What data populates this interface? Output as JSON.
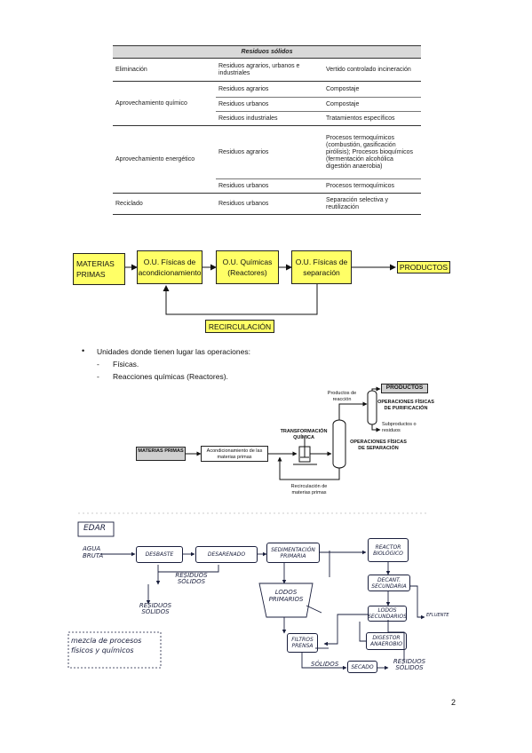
{
  "table": {
    "header": "Residuos sólidos",
    "rows": [
      {
        "c1": "Eliminación",
        "c2": "Residuos agrarios, urbanos e industriales",
        "c3": "Vertido controlado incineración"
      },
      {
        "c1": "Aprovechamiento químico",
        "c2": "Residuos agrarios",
        "c3": "Compostaje"
      },
      {
        "c1": "",
        "c2": "Residuos urbanos",
        "c3": "Compostaje"
      },
      {
        "c1": "",
        "c2": "Residuos industriales",
        "c3": "Tratamientos específicos"
      },
      {
        "c1": "Aprovechamiento energético",
        "c2": "Residuos agrarios",
        "c3": "Procesos termoquímicos (combustión, gasificación pirólisis); Procesos bioquímicos (fermentación alcohólica digestión anaerobia)"
      },
      {
        "c1": "",
        "c2": "Residuos urbanos",
        "c3": "Procesos termoquímicos"
      },
      {
        "c1": "Reciclado",
        "c2": "Residuos urbanos",
        "c3": "Separación selectiva y reutilización"
      }
    ]
  },
  "block_diagram": {
    "materias_primas": "MATERIAS PRIMAS",
    "ou_fisicas_acond": "O.U. Físicas de acondicionamiento",
    "ou_quimicas": "O.U. Químicas (Reactores)",
    "ou_fisicas_sep": "O.U. Físicas de separación",
    "productos": "PRODUCTOS",
    "recirculacion": "RECIRCULACIÓN"
  },
  "bullets": {
    "main": "Unidades donde tienen lugar las operaciones:",
    "sub": [
      "Físicas.",
      "Reacciones químicas (Reactores)."
    ]
  },
  "process_diagram": {
    "materias_primas": "MATERIAS PRIMAS",
    "acondicionamiento": "Acondicionamiento de las materias primas",
    "transformacion": "TRANSFORMACIÓN QUÍMICA",
    "productos_reaccion": "Productos de reacción",
    "productos": "PRODUCTOS",
    "op_purificacion": "OPERACIONES FÍSICAS DE PURIFICACIÓN",
    "subproductos": "Subproductos o residuos",
    "op_separacion": "OPERACIONES FÍSICAS DE SEPARACIÓN",
    "recirculacion": "Recirculación de materias primas"
  },
  "handwritten": {
    "edar": "EDAR",
    "agua_bruta": "AGUA BRUTA",
    "desbaste": "DESBASTE",
    "desarenado": "DESARENADO",
    "sedimentacion": "SEDIMENTACIÓN PRIMARIA",
    "residuos_solidos_1": "RESIDUOS SÓLIDOS",
    "residuos_solidos_2": "RESIDUOS SÓLIDOS",
    "lodos_primarios": "LODOS PRIMARIOS",
    "reactor_biologico": "REACTOR BIOLÓGICO",
    "decant_secundaria": "DECANT. SECUNDARIA",
    "lodos_secundarios": "LODOS SECUNDARIOS",
    "digestor_anaerobio": "DIGESTOR ANAEROBIO",
    "filtros_prensa": "FILTROS PRENSA",
    "secado": "SECADO",
    "solidos": "SÓLIDOS",
    "residuos_solidos_3": "RESIDUOS SÓLIDOS",
    "mezcla_note": "mezcla de procesos físicos y químicos",
    "efluente": "EFLUENTE"
  },
  "page_number": "2"
}
